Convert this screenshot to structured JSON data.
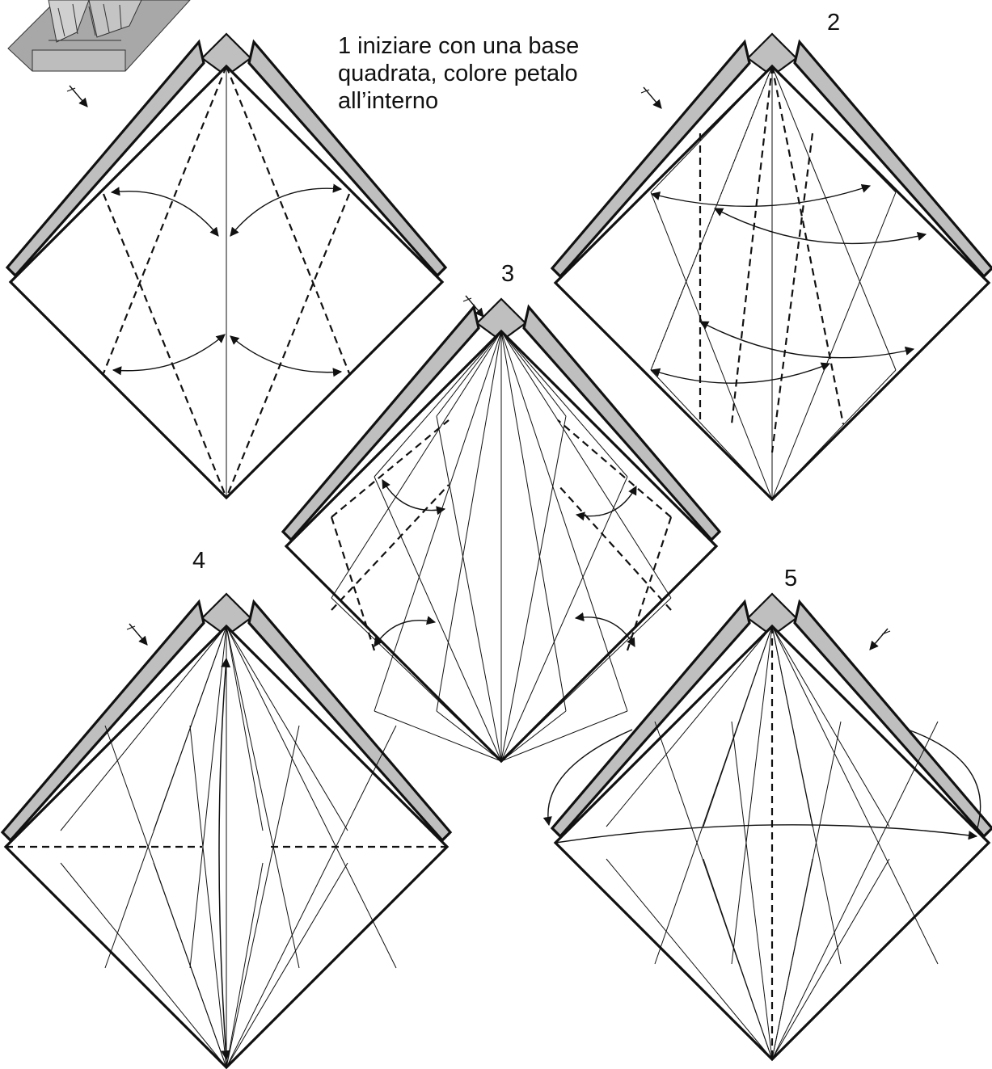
{
  "caption": {
    "lines": [
      "1 iniziare con una base",
      "quadrata, colore petalo",
      "all’interno"
    ]
  },
  "steps": [
    {
      "number": "1",
      "shown": false
    },
    {
      "number": "2",
      "shown": true
    },
    {
      "number": "3",
      "shown": true
    },
    {
      "number": "4",
      "shown": true
    },
    {
      "number": "5",
      "shown": true
    }
  ],
  "colors": {
    "paper": "#ffffff",
    "outline": "#111111",
    "flap_shade": "#bfbfbf",
    "model_shade": "#a8a8a8"
  },
  "icons": [
    "turn-over-arrow-icon",
    "fold-arrow-icon",
    "square-base-preview"
  ]
}
